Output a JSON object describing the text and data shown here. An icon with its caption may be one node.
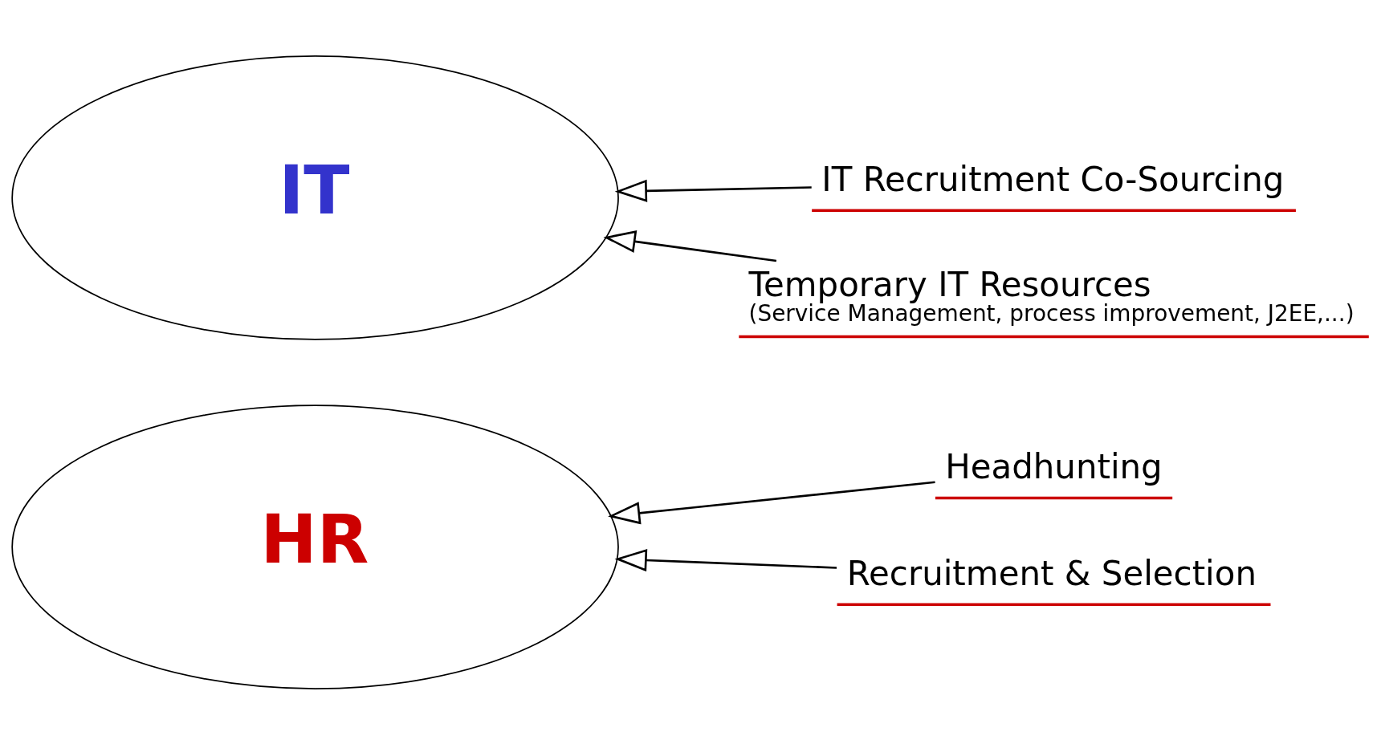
{
  "diagram": {
    "nodes": [
      {
        "text": [
          "HR"
        ]
      },
      {
        "text": [
          "IT"
        ]
      },
      {
        "text": [
          "Headhunting"
        ]
      },
      {
        "text": [
          "Recruitment & Selection"
        ]
      },
      {
        "text": [
          "IT Recruitment Co-Sourcing"
        ]
      },
      {
        "text": [
          "Temporary IT Resources",
          "(Service Management, process improvement, J2EE,...)"
        ]
      }
    ],
    "edges": [
      {
        "from": 2,
        "to": 0,
        "arrow": "to"
      },
      {
        "from": 3,
        "to": 0,
        "arrow": "to"
      },
      {
        "from": 4,
        "to": 1,
        "arrow": "to"
      },
      {
        "from": 5,
        "to": 1,
        "arrow": "to"
      }
    ]
  }
}
